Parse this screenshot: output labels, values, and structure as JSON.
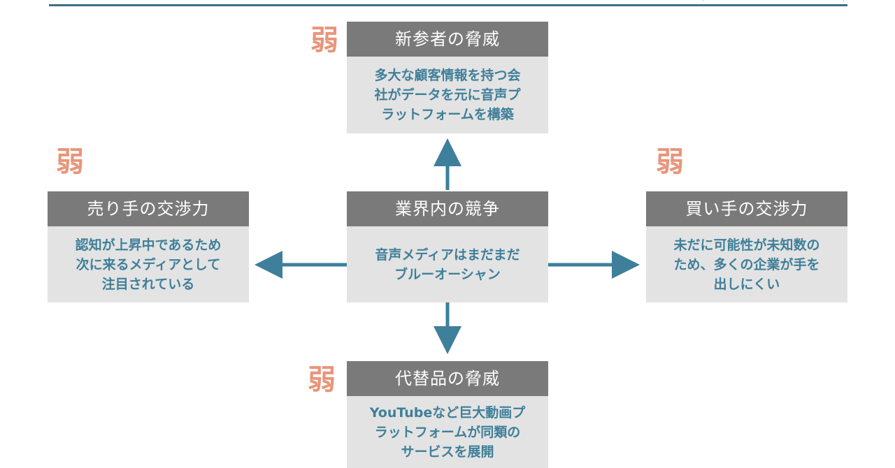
{
  "boxes": {
    "top": {
      "title": "新参者の脅威",
      "body": "多大な顧客情報を持つ会\n社がデータを元に音声プ\nラットフォームを構築",
      "rating": "弱"
    },
    "left": {
      "title": "売り手の交渉力",
      "body": "認知が上昇中であるため\n次に来るメディアとして\n注目されている",
      "rating": "弱"
    },
    "center": {
      "title": "業界内の競争",
      "body": "音声メディアはまだまだ\nブルーオーシャン"
    },
    "right": {
      "title": "買い手の交渉力",
      "body": "未だに可能性が未知数の\nため、多くの企業が手を\n出しにくい",
      "rating": "弱"
    },
    "bottom": {
      "title": "代替品の脅威",
      "body": "YouTubeなど巨大動画プ\nラットフォームが同類の\nサービスを展開",
      "rating": "弱"
    }
  },
  "colors": {
    "header_bg": "#7a7a7a",
    "body_bg": "#e3e3e3",
    "body_text": "#3f7f99",
    "arrow": "#3e7f9c",
    "rating": "#e8957a",
    "rule": "#3e6f87"
  }
}
